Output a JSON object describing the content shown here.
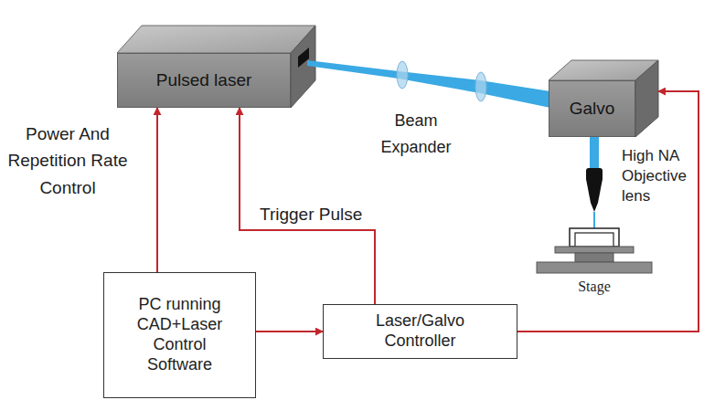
{
  "diagram": {
    "nodes": [
      {
        "text": [
          "Pulsed laser"
        ]
      },
      {
        "text": [
          "Galvo"
        ]
      },
      {
        "text": [
          "Stage"
        ]
      },
      {
        "text": [
          "PC running CAD+Laser Control Software"
        ]
      },
      {
        "text": [
          "Laser/Galvo Controller"
        ]
      }
    ],
    "edges": [
      {
        "from": 3,
        "to": 0,
        "arrow": "to",
        "label": "Power And Repetition Rate Control"
      },
      {
        "from": 4,
        "to": 0,
        "arrow": "to",
        "label": "Trigger Pulse"
      },
      {
        "from": 3,
        "to": 4,
        "arrow": "to"
      },
      {
        "from": 4,
        "to": 1,
        "arrow": "to"
      }
    ],
    "labels": [
      "Beam Expander",
      "High NA Objective lens"
    ]
  }
}
